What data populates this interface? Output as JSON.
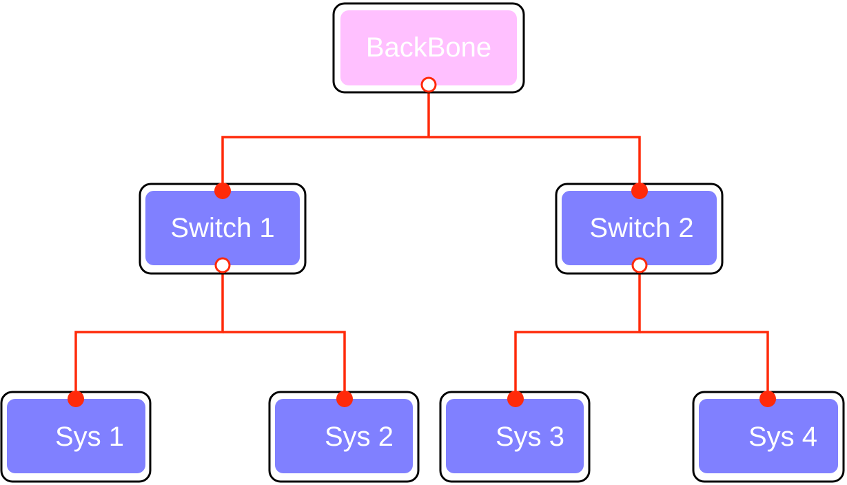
{
  "colors": {
    "root_fill": "#ffc0ff",
    "node_fill": "#8080ff",
    "edge": "#ff2a0a",
    "outline": "#000000",
    "label": "#ffffff"
  },
  "nodes": {
    "backbone": {
      "label": "BackBone"
    },
    "switch1": {
      "label": "Switch 1"
    },
    "switch2": {
      "label": "Switch 2"
    },
    "sys1": {
      "label": "Sys 1"
    },
    "sys2": {
      "label": "Sys 2"
    },
    "sys3": {
      "label": "Sys 3"
    },
    "sys4": {
      "label": "Sys 4"
    }
  },
  "edges": [
    {
      "from": "backbone",
      "to": "switch1"
    },
    {
      "from": "backbone",
      "to": "switch2"
    },
    {
      "from": "switch1",
      "to": "sys1"
    },
    {
      "from": "switch1",
      "to": "sys2"
    },
    {
      "from": "switch2",
      "to": "sys3"
    },
    {
      "from": "switch2",
      "to": "sys4"
    }
  ]
}
